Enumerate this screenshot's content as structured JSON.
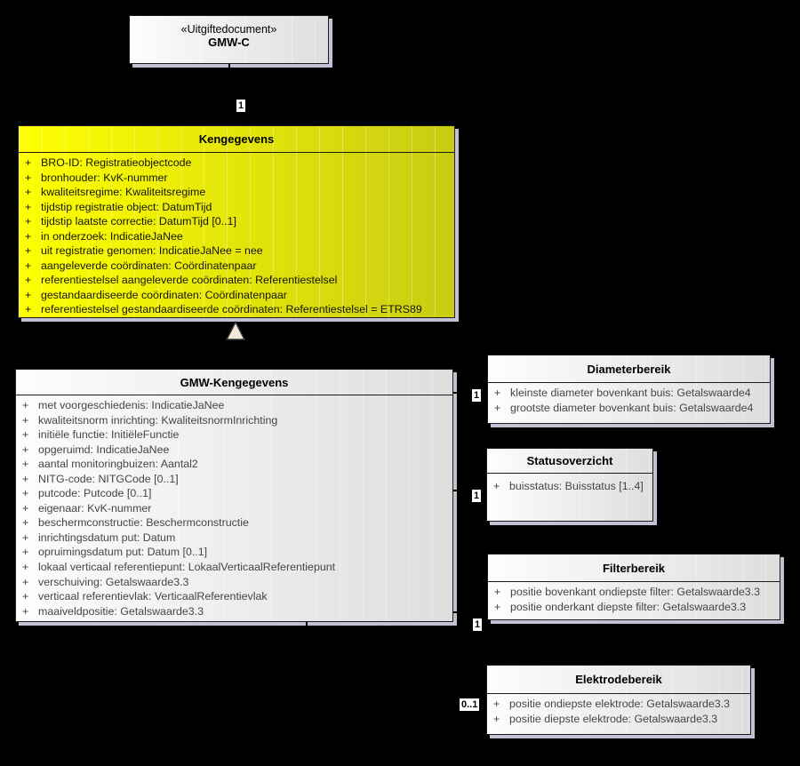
{
  "visibility_symbol": "+",
  "colors": {
    "background": "#000000",
    "border": "#1c1c1c",
    "shadow": "#c2c2d4",
    "class_fill_start": "#fdfdfd",
    "class_fill_end": "#dedede",
    "kengegevens_fill_start": "#ffff02",
    "kengegevens_fill_end": "#c9cc12",
    "triangle_fill": "#f2e9d8"
  },
  "classes": {
    "uitgiftedocument": {
      "stereotype": "«Uitgiftedocument»",
      "name": "GMW-C",
      "attributes": []
    },
    "kengegevens": {
      "name": "Kengegevens",
      "attributes": [
        "BRO-ID: Registratieobjectcode",
        "bronhouder: KvK-nummer",
        "kwaliteitsregime: Kwaliteitsregime",
        "tijdstip registratie object: DatumTijd",
        "tijdstip laatste correctie: DatumTijd [0..1]",
        "in onderzoek: IndicatieJaNee",
        "uit registratie genomen: IndicatieJaNee = nee",
        "aangeleverde coördinaten: Coördinatenpaar",
        "referentiestelsel aangeleverde coördinaten: Referentiestelsel",
        "gestandaardiseerde coördinaten: Coördinatenpaar",
        "referentiestelsel gestandaardiseerde coördinaten: Referentiestelsel = ETRS89"
      ]
    },
    "gmw_kengegevens": {
      "name": "GMW-Kengegevens",
      "attributes": [
        "met voorgeschiedenis: IndicatieJaNee",
        "kwaliteitsnorm inrichting: KwaliteitsnormInrichting",
        "initiële functie: InitiëleFunctie",
        "opgeruimd: IndicatieJaNee",
        "aantal monitoringbuizen: Aantal2",
        "NITG-code: NITGCode [0..1]",
        "putcode: Putcode [0..1]",
        "eigenaar: KvK-nummer",
        "beschermconstructie: Beschermconstructie",
        "inrichtingsdatum put: Datum",
        "opruimingsdatum put: Datum [0..1]",
        "lokaal verticaal referentiepunt: LokaalVerticaalReferentiepunt",
        "verschuiving: Getalswaarde3.3",
        "verticaal referentievlak: VerticaalReferentievlak",
        "maaiveldpositie: Getalswaarde3.3"
      ]
    },
    "diameterbereik": {
      "name": "Diameterbereik",
      "attributes": [
        "kleinste diameter bovenkant buis: Getalswaarde4",
        "grootste diameter bovenkant buis: Getalswaarde4"
      ]
    },
    "statusoverzicht": {
      "name": "Statusoverzicht",
      "attributes": [
        "buisstatus: Buisstatus [1..4]"
      ]
    },
    "filterbereik": {
      "name": "Filterbereik",
      "attributes": [
        "positie bovenkant ondiepste filter: Getalswaarde3.3",
        "positie onderkant diepste filter: Getalswaarde3.3"
      ]
    },
    "elektrodebereik": {
      "name": "Elektrodebereik",
      "attributes": [
        "positie ondiepste elektrode: Getalswaarde3.3",
        "positie diepste elektrode: Getalswaarde3.3"
      ]
    }
  },
  "multiplicities": {
    "uitgiftedocument_kengegevens": "1",
    "diameterbereik": "1",
    "statusoverzicht": "1",
    "filterbereik": "1",
    "elektrodebereik": "0..1"
  }
}
